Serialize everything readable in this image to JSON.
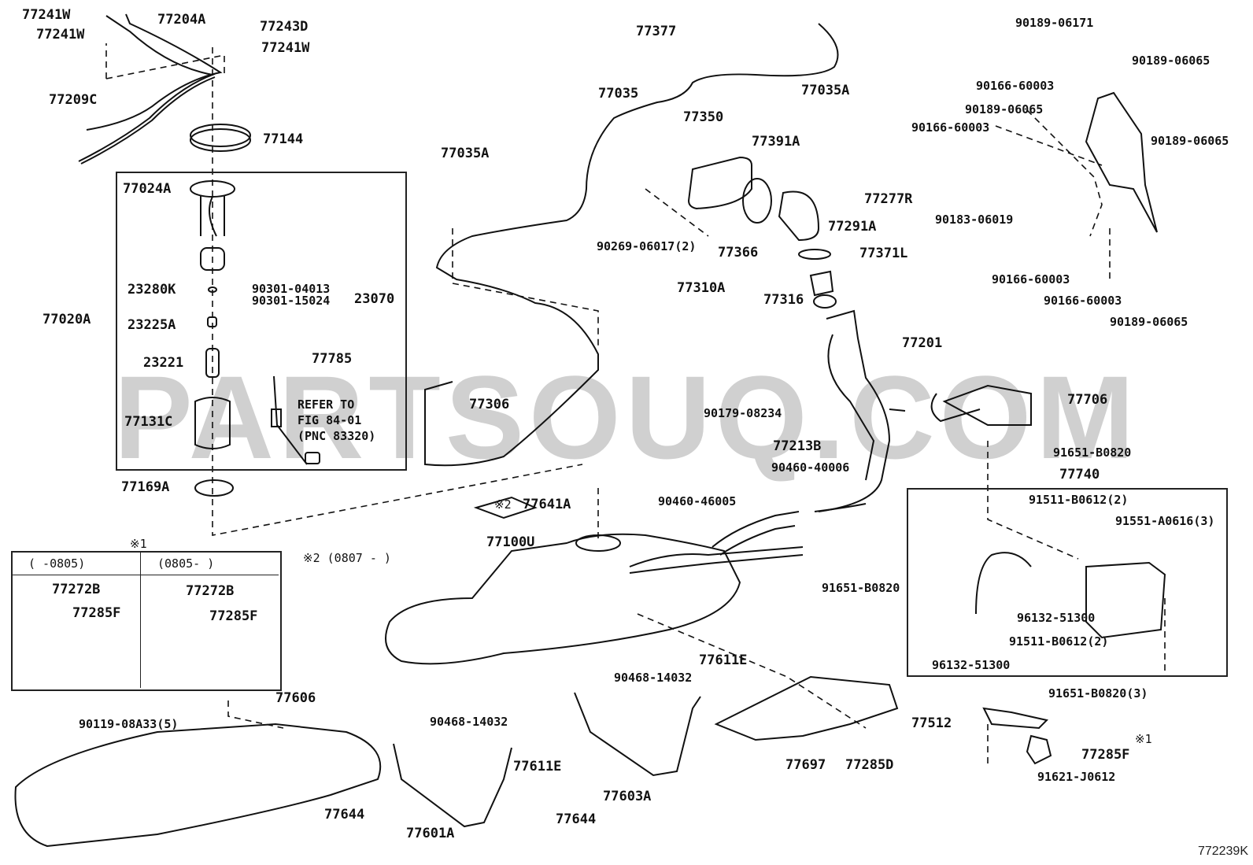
{
  "watermark": "PARTSOUQ.COM",
  "diagram_code": "772239K",
  "footnotes": {
    "mark1": "※1",
    "mark2": "※2",
    "range_before": "(    -0805)",
    "range_after": "(0805-    )",
    "note2_range": "※2 (0807 -      )"
  },
  "refer_note": [
    "REFER TO",
    "FIG 84-01",
    "(PNC 83320)"
  ],
  "labels": {
    "p77241W_a": "77241W",
    "p77241W_b": "77241W",
    "p77241W_c": "77241W",
    "p77204A": "77204A",
    "p77243D": "77243D",
    "p77209C": "77209C",
    "p77144": "77144",
    "p77024A": "77024A",
    "p77020A": "77020A",
    "p23280K": "23280K",
    "p90301_04013": "90301-04013",
    "p90301_15024": "90301-15024",
    "p23070": "23070",
    "p23225A": "23225A",
    "p23221": "23221",
    "p77785": "77785",
    "p77131C": "77131C",
    "p77169A": "77169A",
    "p77377": "77377",
    "p77035": "77035",
    "p77035A_top": "77035A",
    "p77035A_left": "77035A",
    "p77350": "77350",
    "p77391A": "77391A",
    "p90269_06017": "90269-06017(2)",
    "p77366": "77366",
    "p77291A": "77291A",
    "p77371L": "77371L",
    "p77310A": "77310A",
    "p77316": "77316",
    "p77201": "77201",
    "p77306": "77306",
    "p90179_08234": "90179-08234",
    "p77213B": "77213B",
    "p90460_40006": "90460-40006",
    "p90460_46005": "90460-46005",
    "p77641A": "77641A",
    "p77100U": "77100U",
    "p91651_B0820_a": "91651-B0820",
    "p91651_B0820_b": "91651-B0820",
    "p77706": "77706",
    "p77740": "77740",
    "p91511_B0612_a": "91511-B0612(2)",
    "p91551_A0616": "91551-A0616(3)",
    "p96132_51300_a": "96132-51300",
    "p91511_B0612_b": "91511-B0612(2)",
    "p96132_51300_b": "96132-51300",
    "p91651_B0820_c": "91651-B0820(3)",
    "p90189_06171": "90189-06171",
    "p90166_60003_a": "90166-60003",
    "p90189_06065_a": "90189-06065",
    "p90189_06065_b": "90189-06065",
    "p90166_60003_b": "90166-60003",
    "p90189_06065_c": "90189-06065",
    "p77277R": "77277R",
    "p90183_06019": "90183-06019",
    "p90166_60003_c": "90166-60003",
    "p90166_60003_d": "90166-60003",
    "p90189_06065_d": "90189-06065",
    "p77272B_a": "77272B",
    "p77285F_a": "77285F",
    "p77272B_b": "77272B",
    "p77285F_b": "77285F",
    "p77606": "77606",
    "p90119_08A33": "90119-08A33(5)",
    "p90468_14032_a": "90468-14032",
    "p90468_14032_b": "90468-14032",
    "p77611E_a": "77611E",
    "p77611E_b": "77611E",
    "p77644_a": "77644",
    "p77644_b": "77644",
    "p77601A": "77601A",
    "p77603A": "77603A",
    "p77697": "77697",
    "p77285D": "77285D",
    "p77512": "77512",
    "p77285F_c": "77285F",
    "p91621_J0612": "91621-J0612"
  }
}
